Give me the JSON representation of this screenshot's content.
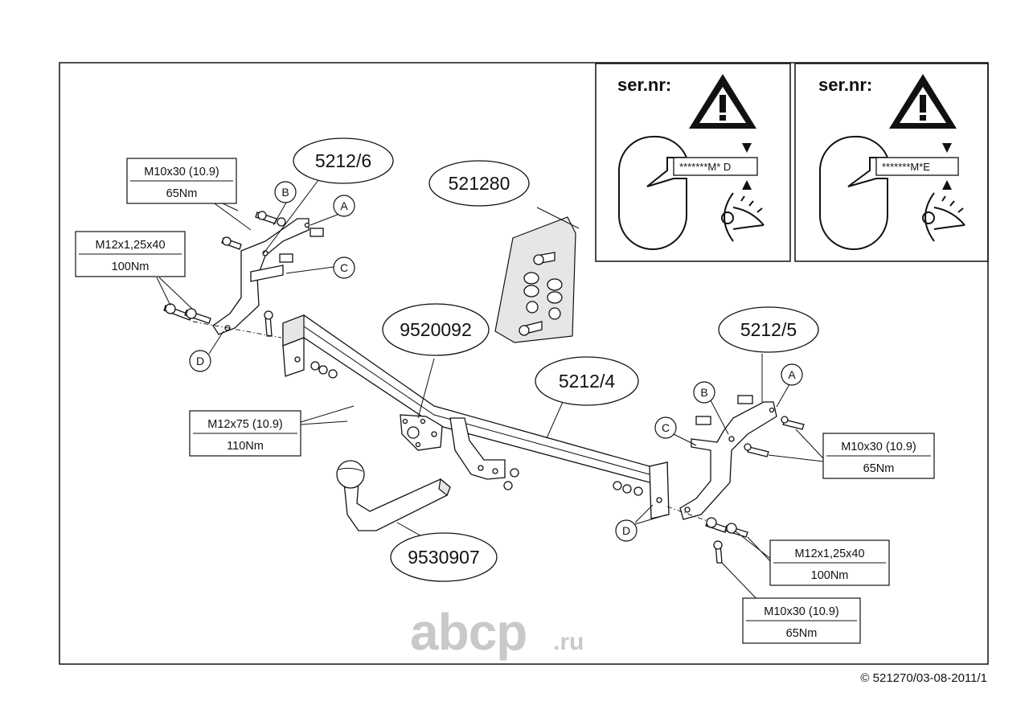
{
  "warning_panels": [
    {
      "label": "ser.nr:",
      "code": "*******M* D"
    },
    {
      "label": "ser.nr:",
      "code": "*******M*E"
    }
  ],
  "parts": {
    "bracket_left": "5212/6",
    "kit": "521280",
    "plate": "9520092",
    "crossbar": "5212/4",
    "bracket_right": "5212/5",
    "towball": "9530907"
  },
  "specs": {
    "left_top": {
      "bolt": "M10x30 (10.9)",
      "torque": "65Nm"
    },
    "left_mid": {
      "bolt": "M12x1,25x40",
      "torque": "100Nm"
    },
    "center": {
      "bolt": "M12x75 (10.9)",
      "torque": "110Nm"
    },
    "right_top": {
      "bolt": "M10x30 (10.9)",
      "torque": "65Nm"
    },
    "right_mid": {
      "bolt": "M12x1,25x40",
      "torque": "100Nm"
    },
    "right_bottom": {
      "bolt": "M10x30 (10.9)",
      "torque": "65Nm"
    }
  },
  "letters": {
    "left_B": "B",
    "left_A": "A",
    "left_C": "C",
    "left_D": "D",
    "right_B": "B",
    "right_A": "A",
    "right_C": "C",
    "right_D": "D"
  },
  "watermark": {
    "main": "abcp",
    "suffix": ".ru"
  },
  "footer": "© 521270/03-08-2011/1"
}
